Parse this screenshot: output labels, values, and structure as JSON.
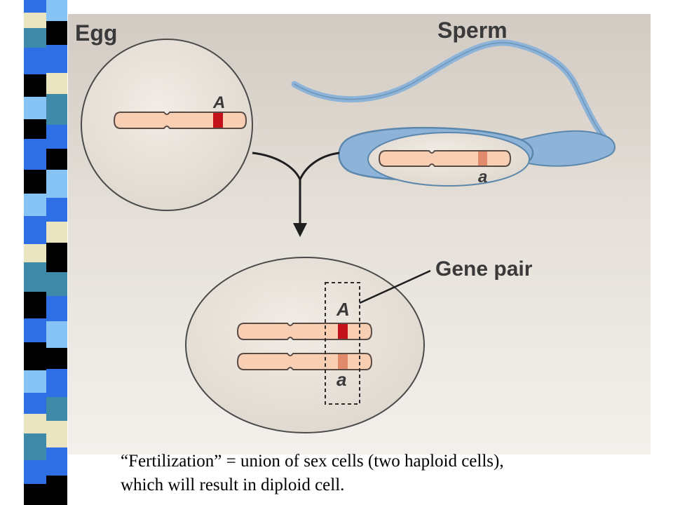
{
  "colors": {
    "stripe_blue": "#2f6fe6",
    "stripe_teal": "#3f8aa8",
    "stripe_cream": "#e8e5c0",
    "stripe_sky": "#85c4f5",
    "stripe_black": "#000000",
    "chromosome_fill": "#f9cfb4",
    "allele_dominant": "#c4121b",
    "allele_recessive": "#e08a6b",
    "sperm_fill": "#8db4d8",
    "cell_fill": "#ebe5dc"
  },
  "diagram": {
    "egg_label": "Egg",
    "sperm_label": "Sperm",
    "gene_pair_label": "Gene pair",
    "allele_dominant": "A",
    "allele_recessive": "a"
  },
  "caption": {
    "line1": "“Fertilization” = union of sex cells (two haploid cells),",
    "line2": "which will result in diploid cell."
  }
}
